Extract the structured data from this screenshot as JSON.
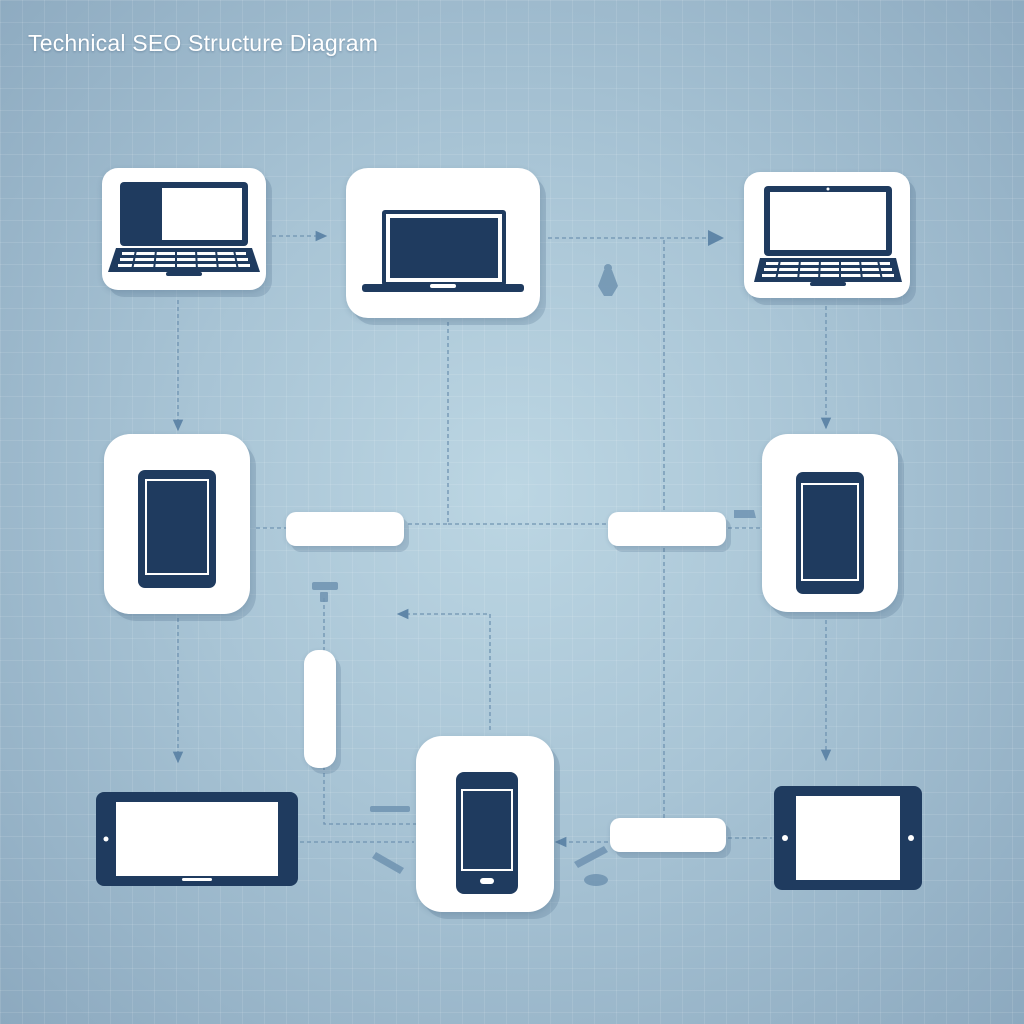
{
  "diagram": {
    "title": "Technical SEO Structure Diagram",
    "colors": {
      "device": "#1f3b5f",
      "card": "#ffffff",
      "connector": "#6f93b1",
      "background": "#a8c4d5"
    },
    "nodes": [
      {
        "id": "laptop-top-left",
        "icon": "laptop-icon"
      },
      {
        "id": "laptop-top-center",
        "icon": "laptop-icon"
      },
      {
        "id": "laptop-top-right",
        "icon": "laptop-icon"
      },
      {
        "id": "phone-middle-left",
        "icon": "phone-icon"
      },
      {
        "id": "phone-middle-right",
        "icon": "phone-icon"
      },
      {
        "id": "tablet-bottom-left",
        "icon": "tablet-icon"
      },
      {
        "id": "phone-bottom-center",
        "icon": "phone-icon"
      },
      {
        "id": "tablet-bottom-right",
        "icon": "tablet-icon"
      }
    ]
  }
}
